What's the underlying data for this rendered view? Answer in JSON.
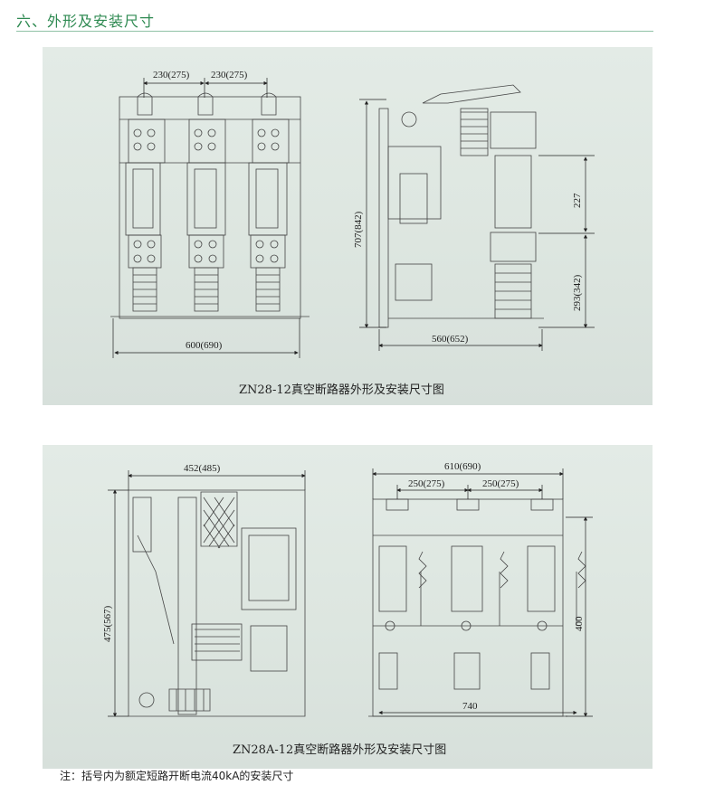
{
  "section": {
    "title": "六、外形及安装尺寸"
  },
  "figure1": {
    "caption": "ZN28-12真空断路器外形及安装尺寸图",
    "front_pitch_left": "230(275)",
    "front_pitch_right": "230(275)",
    "front_width": "600(690)",
    "side_height": "707(842)",
    "side_upper": "227",
    "side_lower": "293(342)",
    "side_depth": "560(652)"
  },
  "figure2": {
    "caption": "ZN28A-12真空断路器外形及安装尺寸图",
    "side_depth": "452(485)",
    "side_height": "475(567)",
    "front_width": "610(690)",
    "front_pitch_left": "250(275)",
    "front_pitch_right": "250(275)",
    "front_height": "400",
    "front_base": "740"
  },
  "footnote": "注：括号内为额定短路开断电流40kA的安装尺寸"
}
